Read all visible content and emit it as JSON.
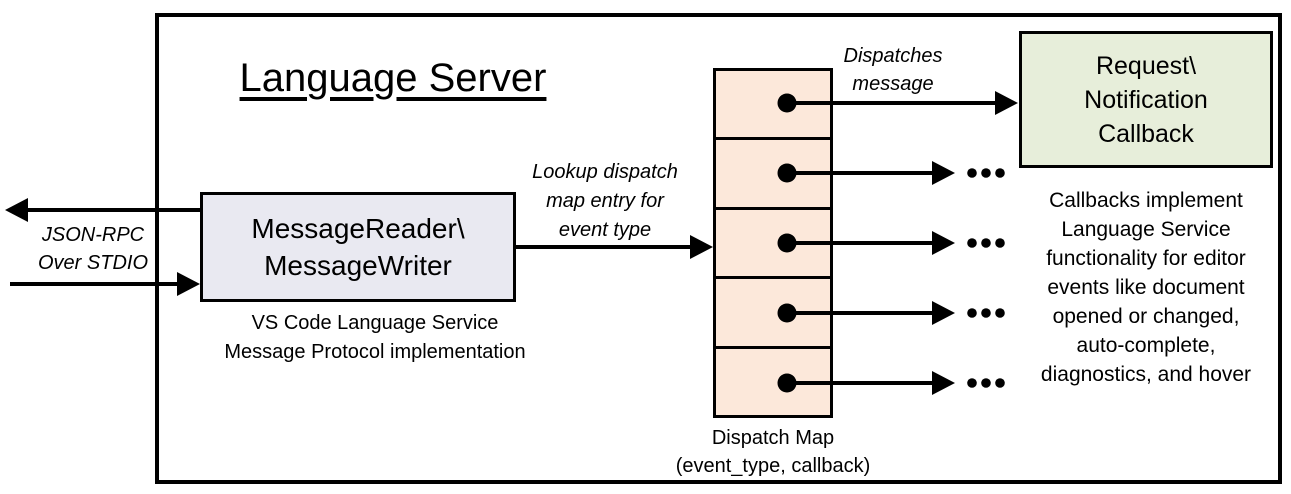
{
  "diagram": {
    "title": "Language Server",
    "stdio_label": {
      "line1": "JSON-RPC",
      "line2": "Over STDIO"
    },
    "reader_box": {
      "line1": "MessageReader\\",
      "line2": "MessageWriter"
    },
    "reader_caption": {
      "line1": "VS Code Language Service",
      "line2": "Message Protocol implementation"
    },
    "lookup_label": {
      "line1": "Lookup dispatch",
      "line2": "map entry for",
      "line3": "event type"
    },
    "dispatches_label": {
      "line1": "Dispatches",
      "line2": "message"
    },
    "dispatch_map": {
      "cell_count": 5,
      "caption_line1": "Dispatch Map",
      "caption_line2": "(event_type, callback)"
    },
    "callback_box": {
      "line1": "Request\\",
      "line2": "Notification",
      "line3": "Callback"
    },
    "callback_note": {
      "line1": "Callbacks implement",
      "line2": "Language Service",
      "line3": "functionality for editor",
      "line4": "events like document",
      "line5": "opened or changed,",
      "line6": "auto-complete,",
      "line7": "diagnostics, and hover"
    },
    "colors": {
      "background": "#ffffff",
      "border": "#000000",
      "reader_fill": "#e9e9f1",
      "dispatch_fill": "#fce8da",
      "callback_fill": "#e7eeda"
    }
  }
}
